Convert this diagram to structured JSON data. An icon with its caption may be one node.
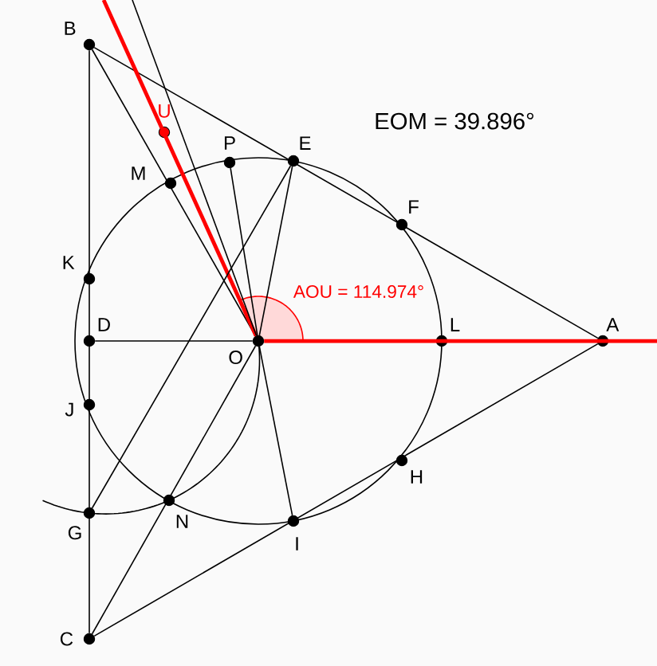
{
  "diagram": {
    "nodes": [
      {
        "text": [
          "B"
        ]
      },
      {
        "text": [
          "U"
        ]
      },
      {
        "text": [
          "P"
        ]
      },
      {
        "text": [
          "E"
        ]
      },
      {
        "text": [
          "M"
        ]
      },
      {
        "text": [
          "F"
        ]
      },
      {
        "text": [
          "K"
        ]
      },
      {
        "text": [
          "D"
        ]
      },
      {
        "text": [
          "O"
        ]
      },
      {
        "text": [
          "L"
        ]
      },
      {
        "text": [
          "A"
        ]
      },
      {
        "text": [
          "J"
        ]
      },
      {
        "text": [
          "H"
        ]
      },
      {
        "text": [
          "G"
        ]
      },
      {
        "text": [
          "N"
        ]
      },
      {
        "text": [
          "I"
        ]
      },
      {
        "text": [
          "C"
        ]
      }
    ],
    "edges": [
      {
        "from": 0,
        "to": 16,
        "arrow": "none"
      },
      {
        "from": 0,
        "to": 10,
        "arrow": "none"
      },
      {
        "from": 16,
        "to": 10,
        "arrow": "none"
      },
      {
        "from": 0,
        "to": 8,
        "arrow": "none"
      },
      {
        "from": 7,
        "to": 8,
        "arrow": "none"
      },
      {
        "from": 8,
        "to": null,
        "arrow": "none",
        "style": "thick",
        "color": "#ff0000"
      },
      {
        "from": 8,
        "to": null,
        "arrow": "none",
        "style": "thick",
        "color": "#ff0000"
      },
      {
        "from": 8,
        "to": null,
        "arrow": "none"
      },
      {
        "from": 2,
        "to": 8,
        "arrow": "none"
      },
      {
        "from": 3,
        "to": 8,
        "arrow": "none"
      },
      {
        "from": 3,
        "to": 13,
        "arrow": "none"
      },
      {
        "from": 8,
        "to": 15,
        "arrow": "none"
      },
      {
        "from": 16,
        "to": 8,
        "arrow": "none"
      }
    ],
    "labels": [
      "EOM = 39.896°",
      "AOU = 114.974°"
    ]
  }
}
